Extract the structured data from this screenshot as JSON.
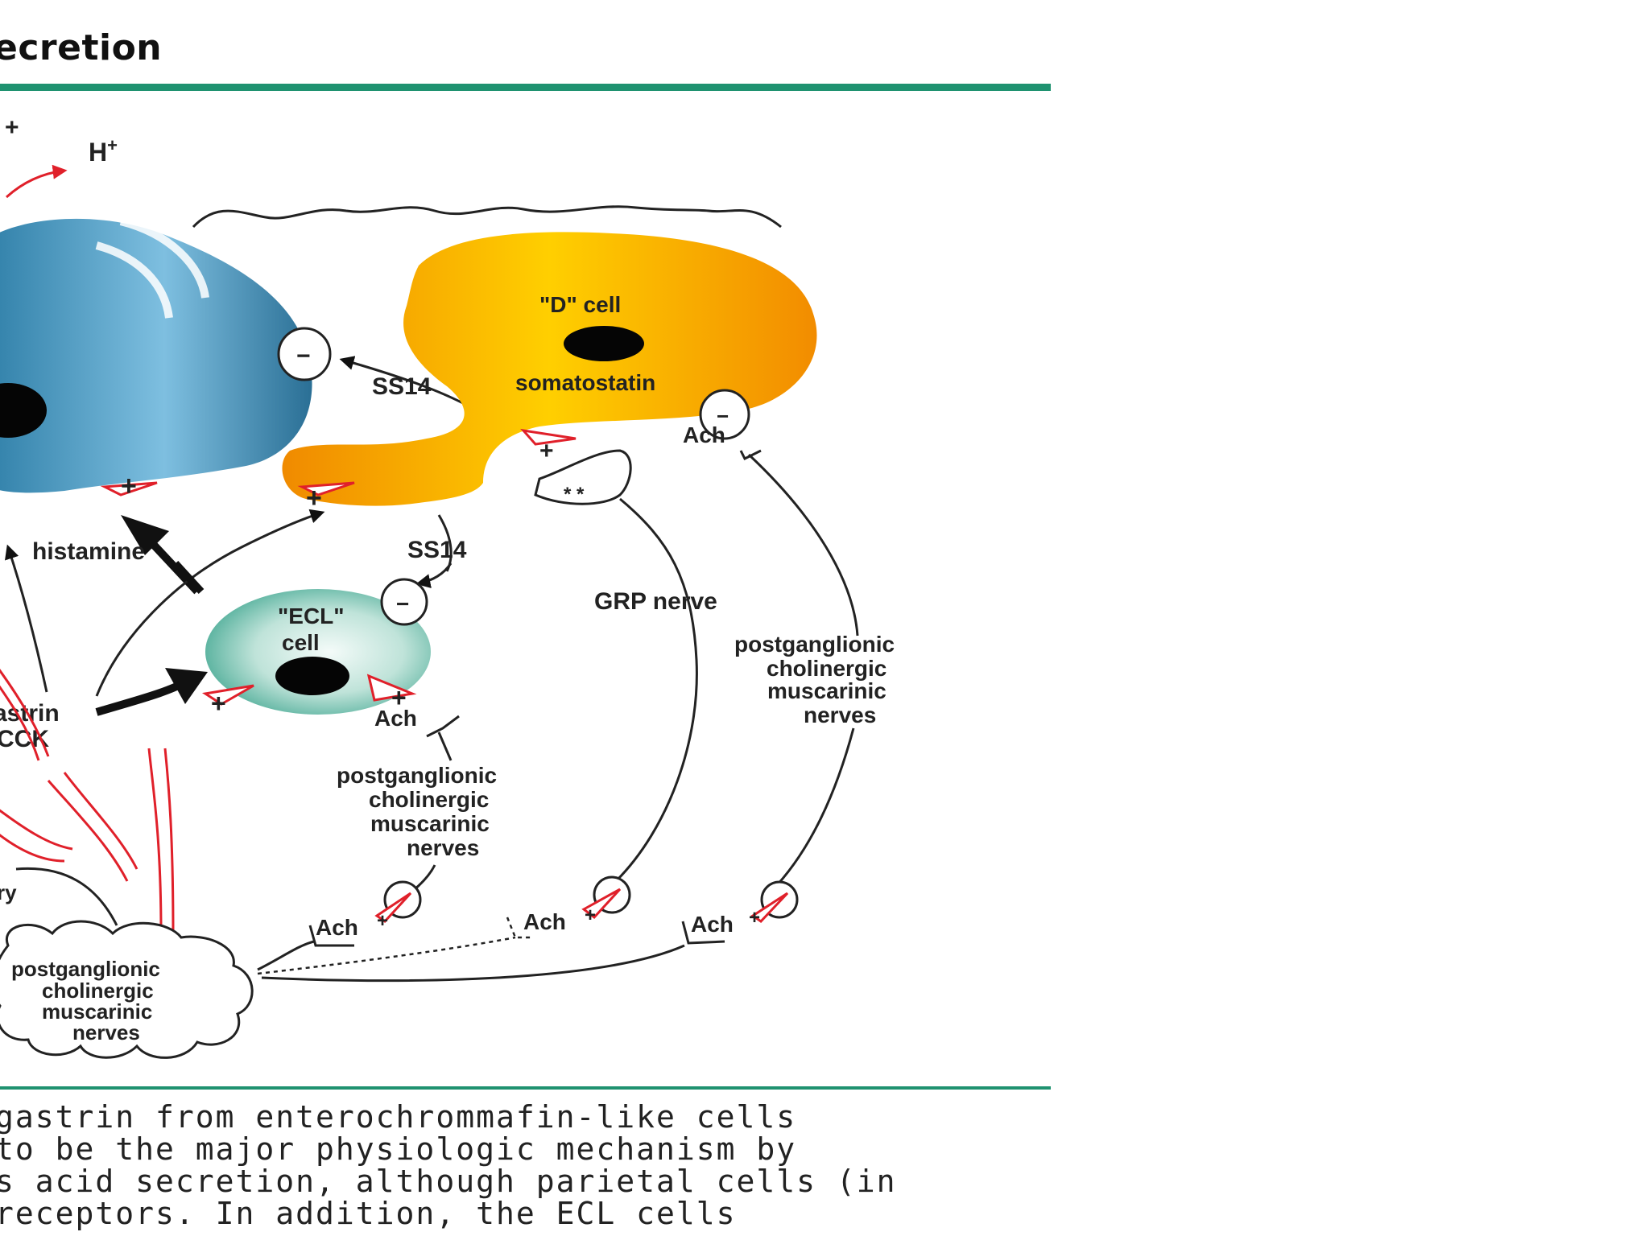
{
  "header": {
    "title": "ecretion"
  },
  "labels": {
    "h_plus_a": "+",
    "h_plus_b": "H",
    "h_plus_b_sup": "+",
    "d_cell": "\"D\" cell",
    "somatostatin": "somatostatin",
    "ss14_top": "SS14",
    "ss14_mid": "SS14",
    "ach_d": "Ach",
    "histamine": "histamine",
    "ecl_cell_line1": "\"ECL\"",
    "ecl_cell_line2": "cell",
    "gastrin": "astrin",
    "cck": "CCK",
    "ach_ecl": "Ach",
    "grp_nerve": "GRP nerve",
    "pg_right_1": "postganglionic",
    "pg_right_2": "cholinergic",
    "pg_right_3": "muscarinic",
    "pg_right_4": "nerves",
    "pg_mid_1": "postganglionic",
    "pg_mid_2": "cholinergic",
    "pg_mid_3": "muscarinic",
    "pg_mid_4": "nerves",
    "ach_b1": "Ach",
    "ach_b2": "Ach",
    "ach_b3": "Ach",
    "pg_cloud_1": "postganglionic",
    "pg_cloud_2": "cholinergic",
    "pg_cloud_3": "muscarinic",
    "pg_cloud_4": "nerves",
    "ry": "ry",
    "plus": "+",
    "minus": "−",
    "stars": "* *"
  },
  "caption": {
    "lines": [
      " gastrin from enterochrommafin-like cells",
      " to be the major physiologic mechanism by",
      "s acid secretion, although parietal cells (in",
      "receptors. In addition, the ECL cells"
    ]
  },
  "colors": {
    "accent_rule": "#1f9270",
    "stimulatory_red": "#e0202a",
    "d_cell_orange": "#f6a800",
    "parietal_blue": "#3a8fb5",
    "ecl_teal": "#7cc5b4"
  }
}
